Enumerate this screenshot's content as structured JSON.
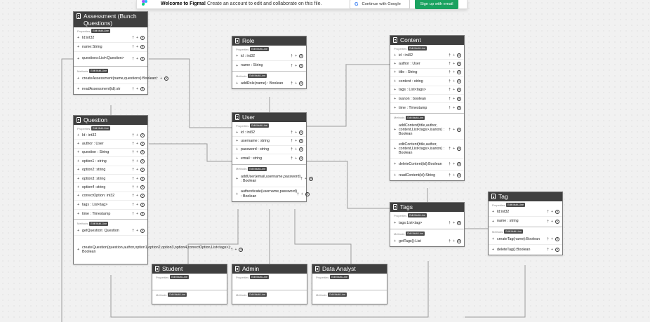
{
  "banner": {
    "title": "Welcome to Figma!",
    "message": " Create an account to edit and collaborate on this file.",
    "google_label": "Continue with Google",
    "email_label": "Sign up with email"
  },
  "labels": {
    "properties": "Properties",
    "methods": "Methods",
    "chip": "Edit Multi-Line"
  },
  "classes": [
    {
      "id": "assessment",
      "title": "Assessment (Bunch Questions)",
      "props": [
        "Id:int32",
        "name:String",
        "questions:List<Question>"
      ],
      "methods": [
        "createAssessment(name,questions):Boolean",
        "readAssessment(id):str"
      ]
    },
    {
      "id": "role",
      "title": "Role",
      "props": [
        "id : int32",
        "name : String"
      ],
      "methods": [
        "addRole(name) : Boolean"
      ]
    },
    {
      "id": "content",
      "title": "Content",
      "props": [
        "id : int32",
        "author : User",
        "title : String",
        "content : string",
        "tags : List<tags>",
        "isanon : boolean",
        "time : Timestamp"
      ],
      "methods": [
        "addContent(title,author, content,List<tags>,isanon) : Boolean",
        "editContent(title,author, content,List<tags>,isanon) : Boolean",
        "deleteContent(id):Boolean",
        "readContent(id):String"
      ]
    },
    {
      "id": "user",
      "title": "User",
      "props": [
        "id : int32",
        "username : string",
        "password : string",
        "email : string"
      ],
      "methods": [
        "addUser(email,username,password) : Boolean",
        "authenticate(username,password) : Boolean"
      ]
    },
    {
      "id": "question",
      "title": "Question",
      "props": [
        "Id : int32",
        "author : User",
        "question : String",
        "option1 : string",
        "option2: string",
        "option3: string",
        "option4 :string",
        "correctOption: int32",
        "tags : List<tag>",
        "time : Timestamp"
      ],
      "methods": [
        "getQuestion: Question",
        "createQuestion(question,author,option1,option2,option3,option4,correctOption,List<tags>): Boolean"
      ]
    },
    {
      "id": "tags",
      "title": "Tags",
      "props": [
        "tags:List<tag>"
      ],
      "methods": [
        "getTags():List"
      ]
    },
    {
      "id": "tag",
      "title": "Tag",
      "props": [
        "Id:int32",
        "name : string"
      ],
      "methods": [
        "createTag(name):Boolean",
        "deleteTag():Boolean"
      ]
    },
    {
      "id": "student",
      "title": "Student",
      "props": [],
      "methods": []
    },
    {
      "id": "admin",
      "title": "Admin",
      "props": [],
      "methods": []
    },
    {
      "id": "analyst",
      "title": "Data Analyst",
      "props": [],
      "methods": []
    }
  ]
}
